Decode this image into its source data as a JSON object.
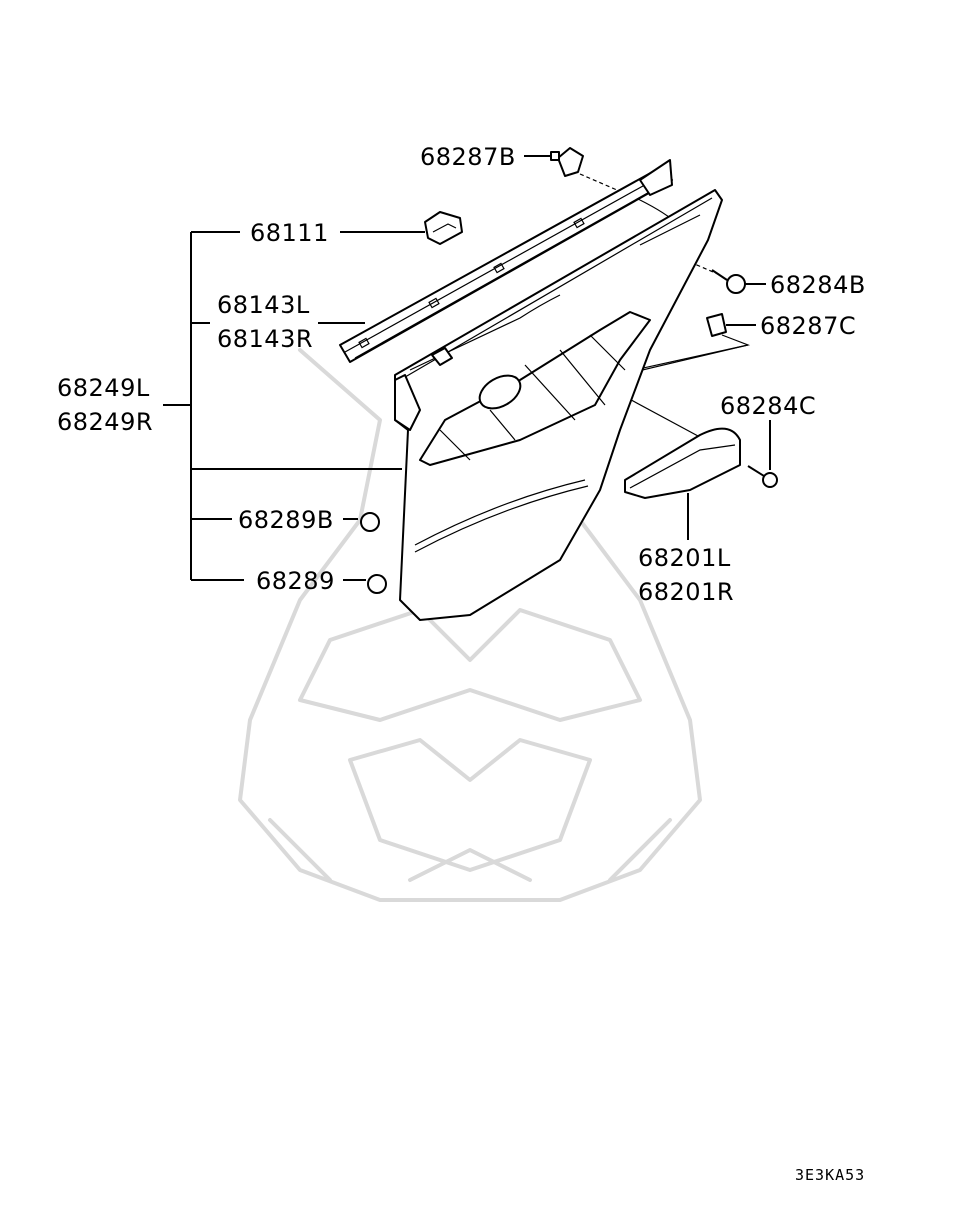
{
  "labels": {
    "p68287B": "68287B",
    "p68111": "68111",
    "p68143L": "68143L",
    "p68143R": "68143R",
    "p68249L": "68249L",
    "p68249R": "68249R",
    "p68284B": "68284B",
    "p68287C": "68287C",
    "p68284C": "68284C",
    "p68289B": "68289B",
    "p68289": "68289",
    "p68201L": "68201L",
    "p68201R": "68201R"
  },
  "diagram_code": "3E3KA53",
  "colors": {
    "line": "#000000",
    "watermark": "#d9d9d9",
    "background": "#ffffff"
  }
}
